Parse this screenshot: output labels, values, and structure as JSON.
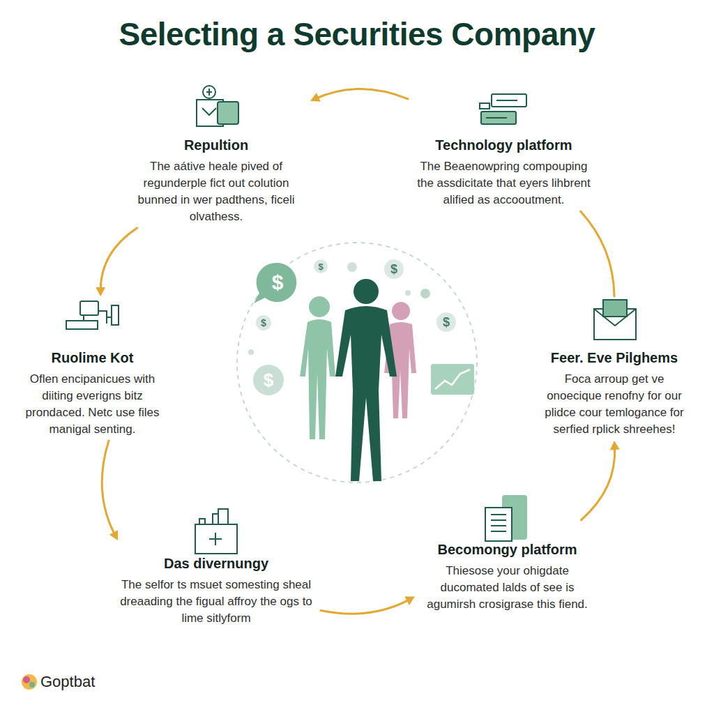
{
  "diagram": {
    "title": "Selecting a Securities Company",
    "nodes": [
      {
        "text": [
          "Repultion",
          "The aátive heale pived of regunderple fict out colution bunned in wer padthens, ficeli olvathess."
        ]
      },
      {
        "text": [
          "Technology platform",
          "The Beaenowpring compouping the assdicitate that eyers lihbrent alified as accooutment."
        ]
      },
      {
        "text": [
          "Ruolime Kot",
          "Oflen encipanicues with diiting everigns bitz prondaced. Netc use files manigal senting."
        ]
      },
      {
        "text": [
          "Feer. Eve Pilghems",
          "Foca arroup get ve onoecique renofny for our plidce cour temlogance for serfied rplick shreehes!"
        ]
      },
      {
        "text": [
          "Das divernungy",
          "The selfor ts msuet somesting sheal dreaading the figual affroy the ogs to lime sitlyform"
        ]
      },
      {
        "text": [
          "Becomongy platform",
          "Thiesose your ohigdate ducomated lalds of see is agumirsh crosigrase this fiend."
        ]
      }
    ],
    "edges": [
      {
        "from": 1,
        "to": 0,
        "arrow": "to"
      },
      {
        "from": 0,
        "to": 2,
        "arrow": "to"
      },
      {
        "from": 2,
        "to": 4,
        "arrow": "to"
      },
      {
        "from": 4,
        "to": 5,
        "arrow": "to"
      },
      {
        "from": 5,
        "to": 3,
        "arrow": "to"
      },
      {
        "from": 1,
        "to": 3,
        "arrow": "none"
      }
    ],
    "labels": [
      "$",
      "$",
      "$",
      "$",
      "$",
      "$",
      "Goptbat"
    ]
  }
}
